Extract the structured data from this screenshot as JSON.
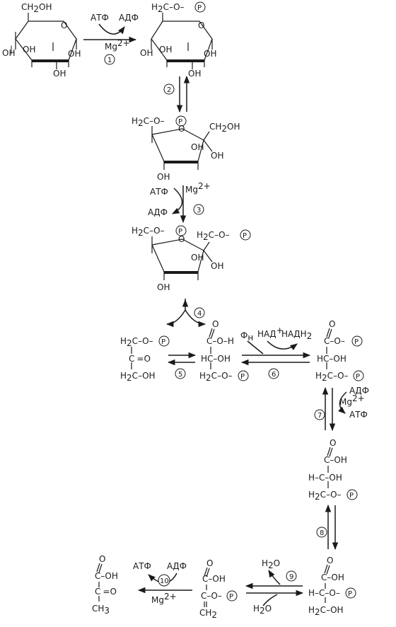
{
  "labels": {
    "OH": "OH",
    "O": "O",
    "H": "H",
    "CH2OH_a": "CH",
    "CH2OH_sub": "2",
    "CH2OH_b": "OH",
    "H2C_a": "H",
    "H2C_sub": "2",
    "H2C_b": "C",
    "dash_O_dash": "–O–",
    "P": "P",
    "C": "C",
    "HC": "HC",
    "H_C": "H–C",
    "dash_OH": "–OH",
    "dash_O": "–O–",
    "eq_O": "=O",
    "C_OH": "C–OH",
    "CH3_a": "CH",
    "CH3_sub": "3",
    "CH2_a": "CH",
    "CH2_sub": "2",
    "H2O_a": "H",
    "H2O_sub": "2",
    "H2O_b": "O",
    "pipe": "|"
  },
  "cofactors": {
    "atp": "АТФ",
    "adp": "АДФ",
    "mg": "Mg",
    "mg_sup": "2+",
    "fn": "Ф",
    "fn_sub": "н",
    "nad": "НАД",
    "nad_sup": "+",
    "nadh": "НАДН",
    "nadh_sub": "2"
  },
  "steps": [
    "1",
    "2",
    "3",
    "4",
    "5",
    "6",
    "7",
    "8",
    "9",
    "10"
  ]
}
